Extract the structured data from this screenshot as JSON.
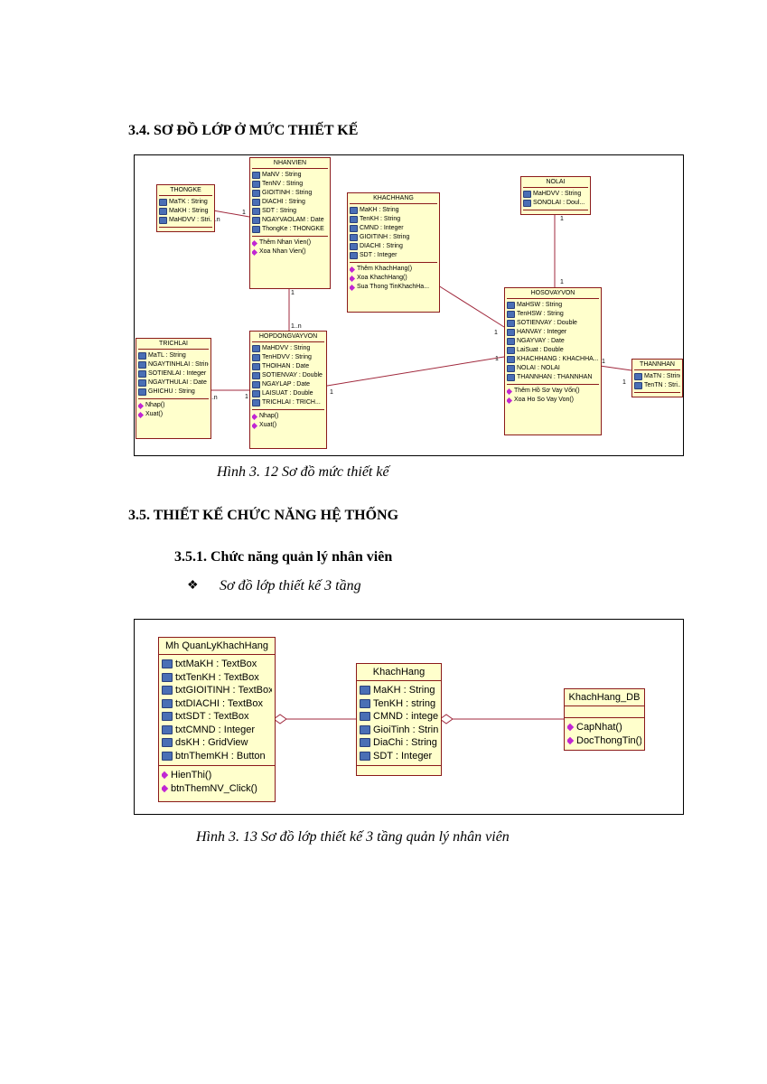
{
  "headings": {
    "s34": "3.4. SƠ ĐỒ LỚP Ở MỨC THIẾT KẾ",
    "s35": "3.5. THIẾT KẾ CHỨC NĂNG HỆ THỐNG",
    "s351": "3.5.1. Chức năng quản lý nhân viên",
    "bullet_glyph": "❖",
    "bullet": "Sơ đồ lớp thiết kế 3 tầng"
  },
  "captions": {
    "fig12": "Hình 3. 12 Sơ đồ mức thiết kế",
    "fig13": "Hình 3. 13 Sơ đồ lớp thiết kế 3 tầng quản lý nhân viên"
  },
  "diagram1": {
    "classes": {
      "thongke": {
        "name": "THONGKE",
        "attrs": [
          "MaTK : String",
          "MaKH : String",
          "MaHDVV : Stri..."
        ],
        "ops": []
      },
      "nhanvien": {
        "name": "NHANVIEN",
        "attrs": [
          "MaNV : String",
          "TenNV : String",
          "GIOITINH : String",
          "DIACHI : String",
          "SDT : String",
          "NGAYVAOLAM : Date",
          "ThongKe : THONGKE"
        ],
        "ops": [
          "Thêm Nhan Vien()",
          "Xoa Nhan Vien()"
        ]
      },
      "khachhang": {
        "name": "KHACHHANG",
        "attrs": [
          "MaKH : String",
          "TenKH : String",
          "CMND : Integer",
          "GIOITINH : String",
          "DIACHI : String",
          "SDT : Integer"
        ],
        "ops": [
          "Thêm KhachHang()",
          "Xoa KhachHang()",
          "Sua Thong TinKhachHa..."
        ]
      },
      "nolai": {
        "name": "NOLAI",
        "attrs": [
          "MaHDVV : String",
          "SONOLAI : Doul..."
        ],
        "ops": []
      },
      "hosovayvon": {
        "name": "HOSOVAYVON",
        "attrs": [
          "MaHSW : String",
          "TenHSW : String",
          "SOTIENVAY : Double",
          "HANVAY : Integer",
          "NGAYVAY : Date",
          "LaiSuat : Double",
          "KHACHHANG : KHACHHA...",
          "NOLAI : NOLAI",
          "THANNHAN : THANNHAN"
        ],
        "ops": [
          "Thêm Hồ Sơ Vay Vốn()",
          "Xoa Ho So Vay Von()"
        ]
      },
      "trichlai": {
        "name": "TRICHLAI",
        "attrs": [
          "MaTL : String",
          "NGAYTINHLAI : String",
          "SOTIENLAI : Integer",
          "NGAYTHULAI : Date",
          "GHICHU : String"
        ],
        "ops": [
          "Nhap()",
          "Xuat()"
        ]
      },
      "hopdong": {
        "name": "HOPDONGVAYVON",
        "attrs": [
          "MaHDVV : String",
          "TenHDVV : String",
          "THOIHAN : Date",
          "SOTIENVAY : Double",
          "NGAYLAP : Date",
          "LAISUAT : Double",
          "TRICHLAI : TRICH..."
        ],
        "ops": [
          "Nhap()",
          "Xuat()"
        ]
      },
      "thannhan": {
        "name": "THANNHAN",
        "attrs": [
          "MaTN : String",
          "TenTN : Stri..."
        ],
        "ops": []
      }
    },
    "multiplicities": {
      "m1": "1..n",
      "m2": "1",
      "m3": "1",
      "m4": "1..n",
      "m5": "1",
      "m6": "1",
      "m7": "1",
      "m8": "1",
      "m9": "1..n",
      "m10": "1",
      "m11": "1",
      "m12": "1",
      "m13": "1"
    }
  },
  "diagram2": {
    "classes": {
      "mh": {
        "name": "Mh QuanLyKhachHang",
        "attrs": [
          "txtMaKH : TextBox",
          "txtTenKH : TextBox",
          "txtGIOITINH : TextBox",
          "txtDIACHI : TextBox",
          "txtSDT : TextBox",
          "txtCMND : Integer",
          "dsKH : GridView",
          "btnThemKH : Button"
        ],
        "ops": [
          "HienThi()",
          "btnThemNV_Click()"
        ]
      },
      "kh": {
        "name": "KhachHang",
        "attrs": [
          "MaKH : String",
          "TenKH : string",
          "CMND : integer",
          "GioiTinh : String",
          "DiaChi : String",
          "SDT : Integer"
        ],
        "ops": []
      },
      "db": {
        "name": "KhachHang_DB",
        "attrs": [],
        "ops": [
          "CapNhat()",
          "DocThongTin()"
        ]
      }
    }
  },
  "colors": {
    "line": "#a0283c",
    "box_fill": "#ffffcc",
    "box_border": "#8b1a1a",
    "attr_icon": "#4a6fb5",
    "op_icon": "#c026d3"
  }
}
